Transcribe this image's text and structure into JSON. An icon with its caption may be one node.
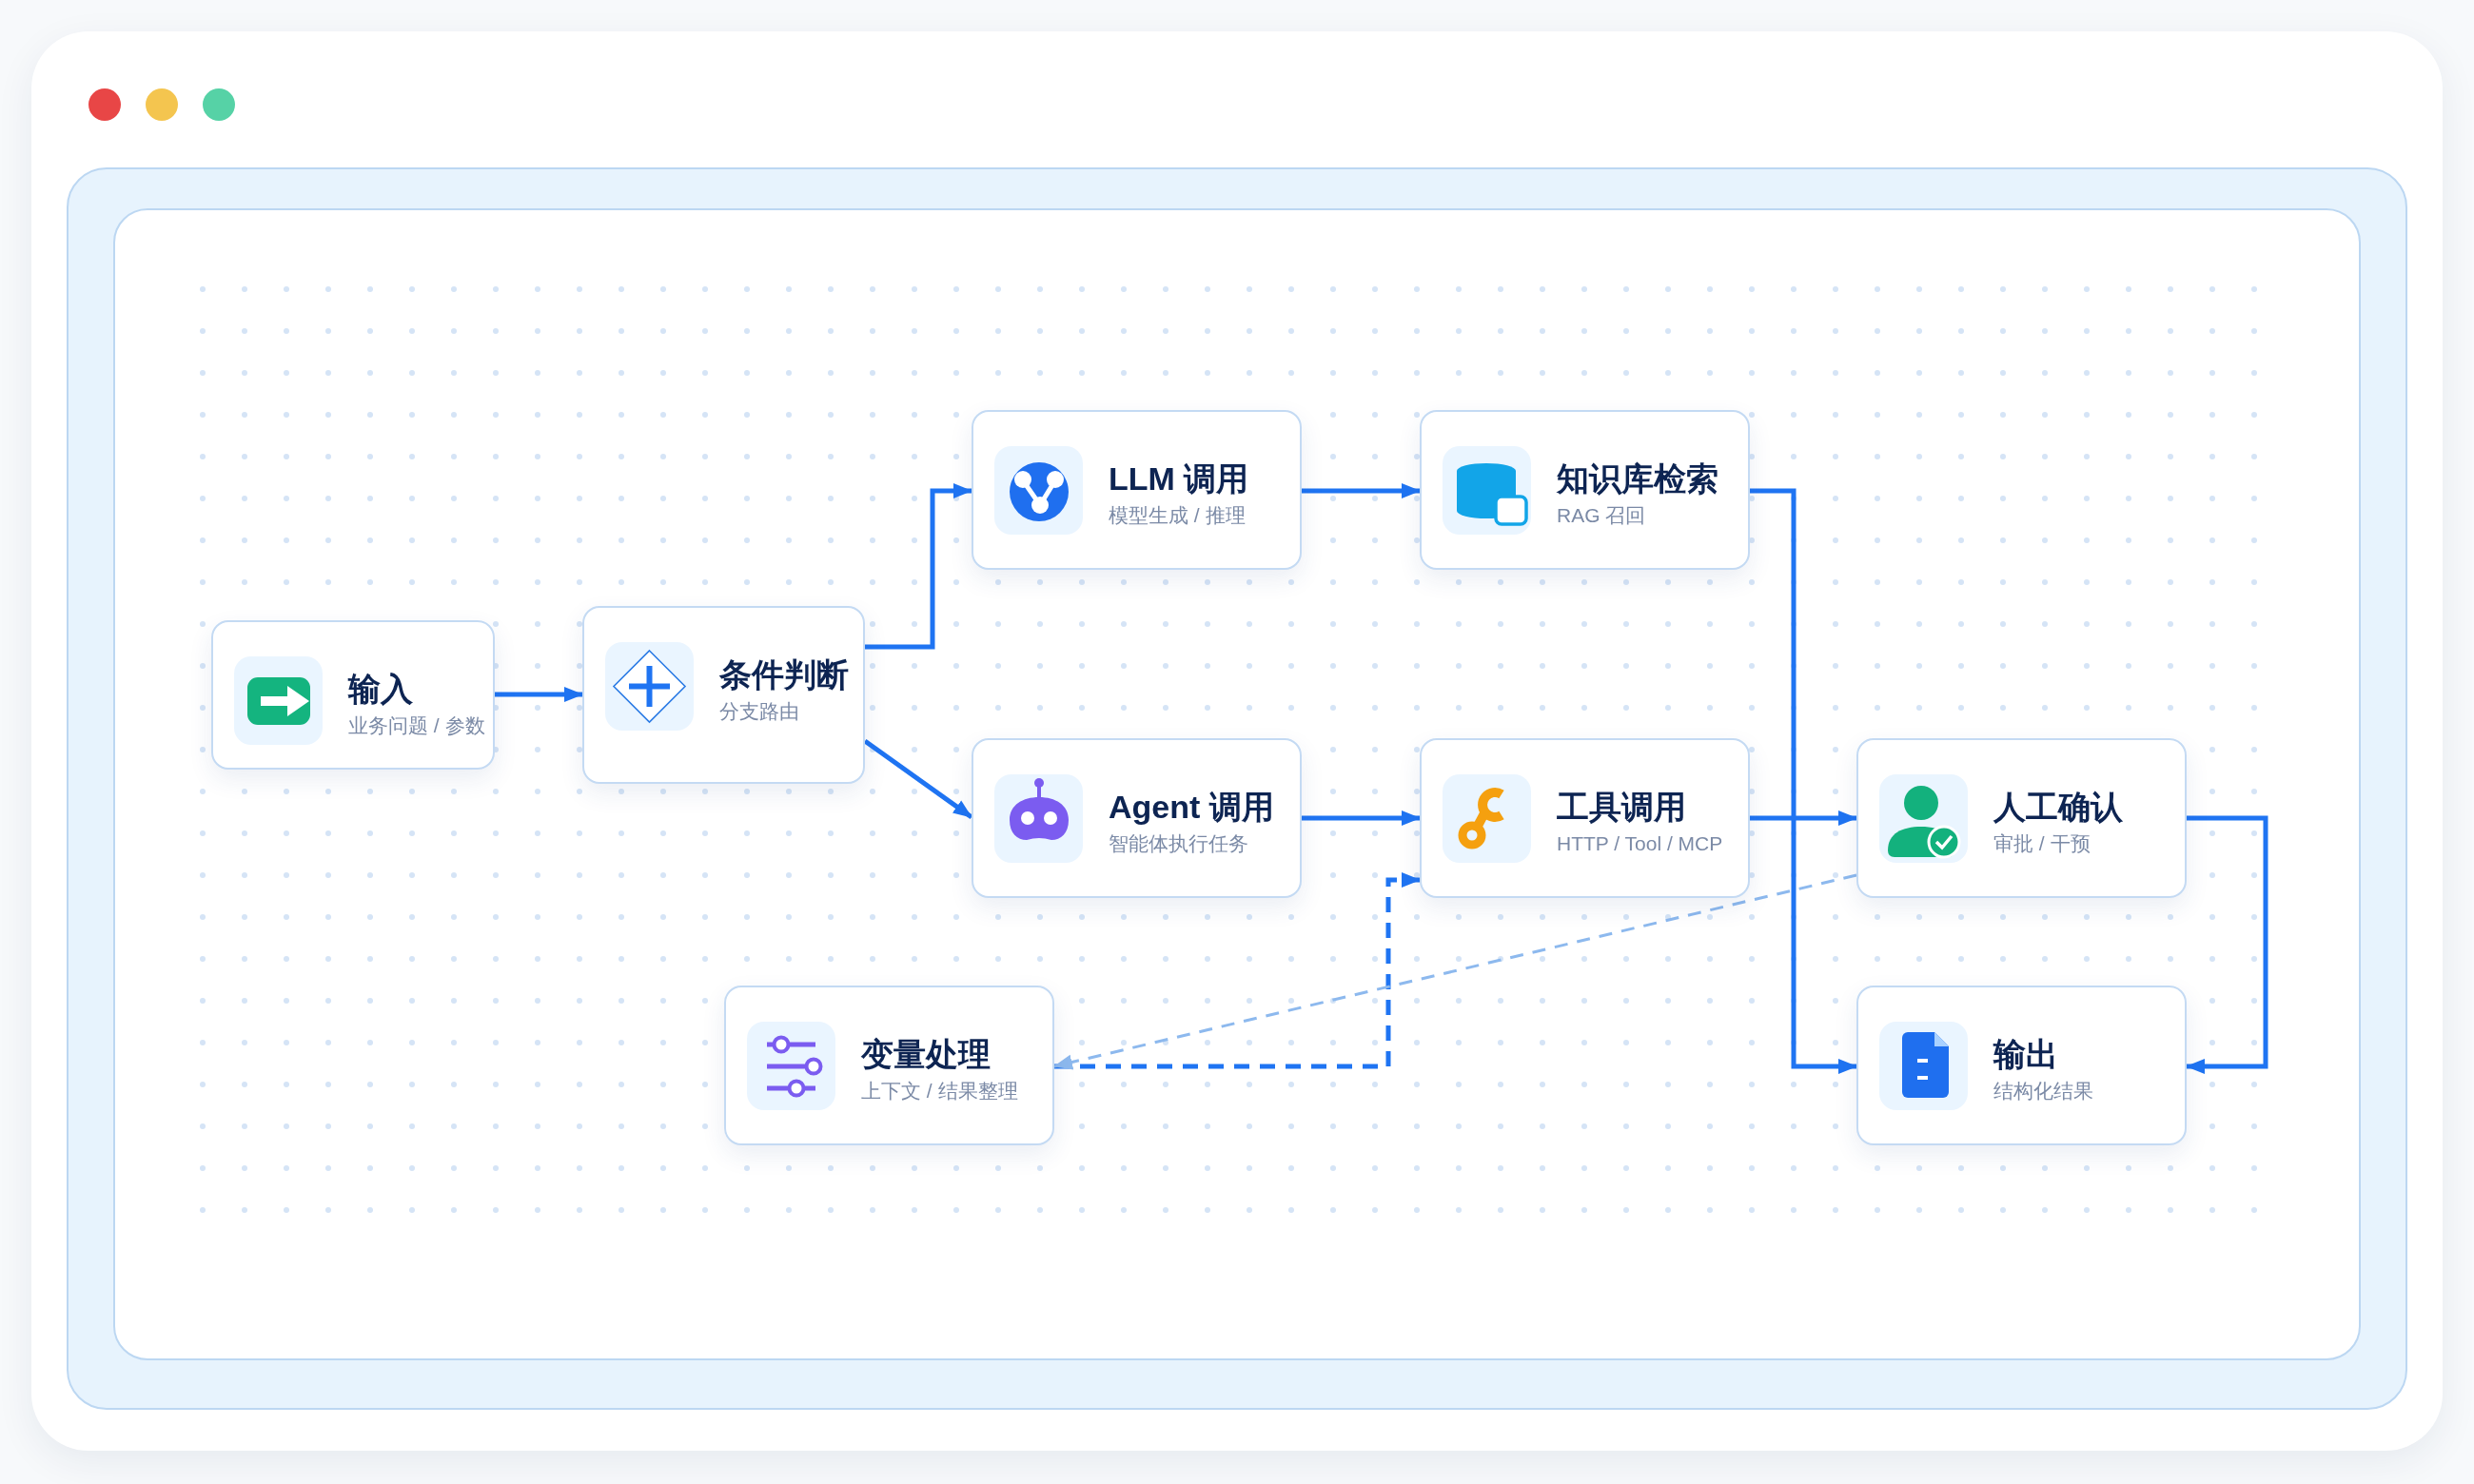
{
  "diagram": {
    "nodes": [
      {
        "text": [
          "输入",
          "业务问题 / 参数"
        ]
      },
      {
        "text": [
          "条件判断",
          "分支路由"
        ]
      },
      {
        "text": [
          "LLM 调用",
          "模型生成 / 推理"
        ]
      },
      {
        "text": [
          "知识库检索",
          "RAG 召回"
        ]
      },
      {
        "text": [
          "Agent 调用",
          "智能体执行任务"
        ]
      },
      {
        "text": [
          "工具调用",
          "HTTP / Tool / MCP"
        ]
      },
      {
        "text": [
          "人工确认",
          "审批 / 干预"
        ]
      },
      {
        "text": [
          "变量处理",
          "上下文 / 结果整理"
        ]
      },
      {
        "text": [
          "输出",
          "结构化结果"
        ]
      }
    ],
    "edges": [
      {
        "from": 0,
        "to": 1,
        "arrow": "to"
      },
      {
        "from": 1,
        "to": 2,
        "arrow": "to"
      },
      {
        "from": 1,
        "to": 4,
        "arrow": "to"
      },
      {
        "from": 2,
        "to": 3,
        "arrow": "to"
      },
      {
        "from": 4,
        "to": 5,
        "arrow": "to"
      },
      {
        "from": 3,
        "to": 8,
        "arrow": "to"
      },
      {
        "from": 5,
        "to": 6,
        "arrow": "to"
      },
      {
        "from": 6,
        "to": 8,
        "arrow": "to"
      },
      {
        "from": 7,
        "to": 5,
        "arrow": "to",
        "style": "dashed"
      },
      {
        "from": 6,
        "to": 7,
        "arrow": "to",
        "style": "dashed",
        "color": "#8db9ee"
      }
    ]
  }
}
